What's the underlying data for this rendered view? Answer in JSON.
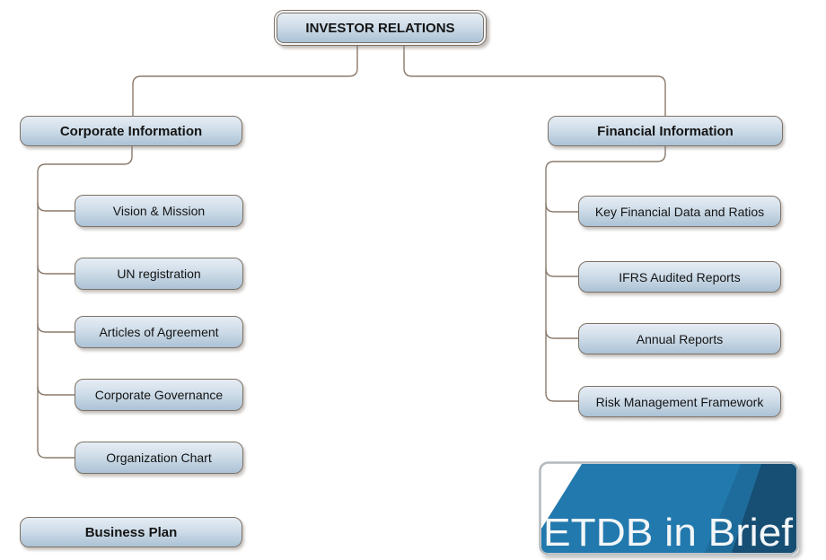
{
  "diagram": {
    "root": {
      "label": "INVESTOR RELATIONS"
    },
    "branches": [
      {
        "label": "Corporate Information",
        "children": [
          "Vision & Mission",
          "UN registration",
          "Articles of Agreement",
          "Corporate Governance",
          "Organization Chart"
        ]
      },
      {
        "label": "Financial Information",
        "children": [
          "Key Financial Data and Ratios",
          "IFRS Audited Reports",
          "Annual Reports",
          "Risk Management Framework"
        ]
      }
    ],
    "standalone": {
      "label": "Business Plan"
    },
    "logo": {
      "text": "ETDB in Brief"
    }
  },
  "colors": {
    "box_fill_top": "#e6edf4",
    "box_fill_bottom": "#abc2d5",
    "box_border": "#7d7165",
    "connector": "#8a7a6d",
    "logo_blue": "#2279ad",
    "logo_dark_blue": "#174e74",
    "logo_mid_blue": "#1e6c9b",
    "logo_text": "#f2f6f8"
  }
}
